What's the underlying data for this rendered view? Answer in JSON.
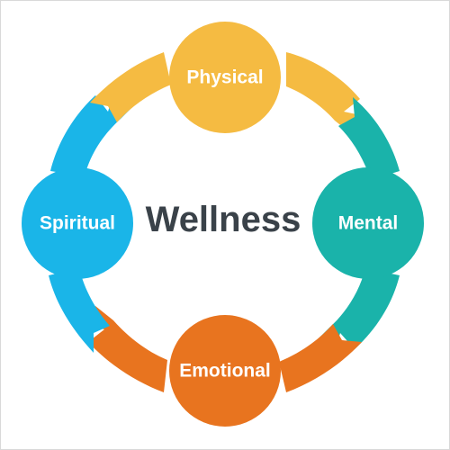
{
  "diagram": {
    "center": "Wellness",
    "nodes": [
      {
        "key": "physical",
        "label": "Physical",
        "color": "#f5bb42"
      },
      {
        "key": "mental",
        "label": "Mental",
        "color": "#1ab3aa"
      },
      {
        "key": "emotional",
        "label": "Emotional",
        "color": "#e8741f"
      },
      {
        "key": "spiritual",
        "label": "Spiritual",
        "color": "#1ab5e8"
      }
    ]
  }
}
